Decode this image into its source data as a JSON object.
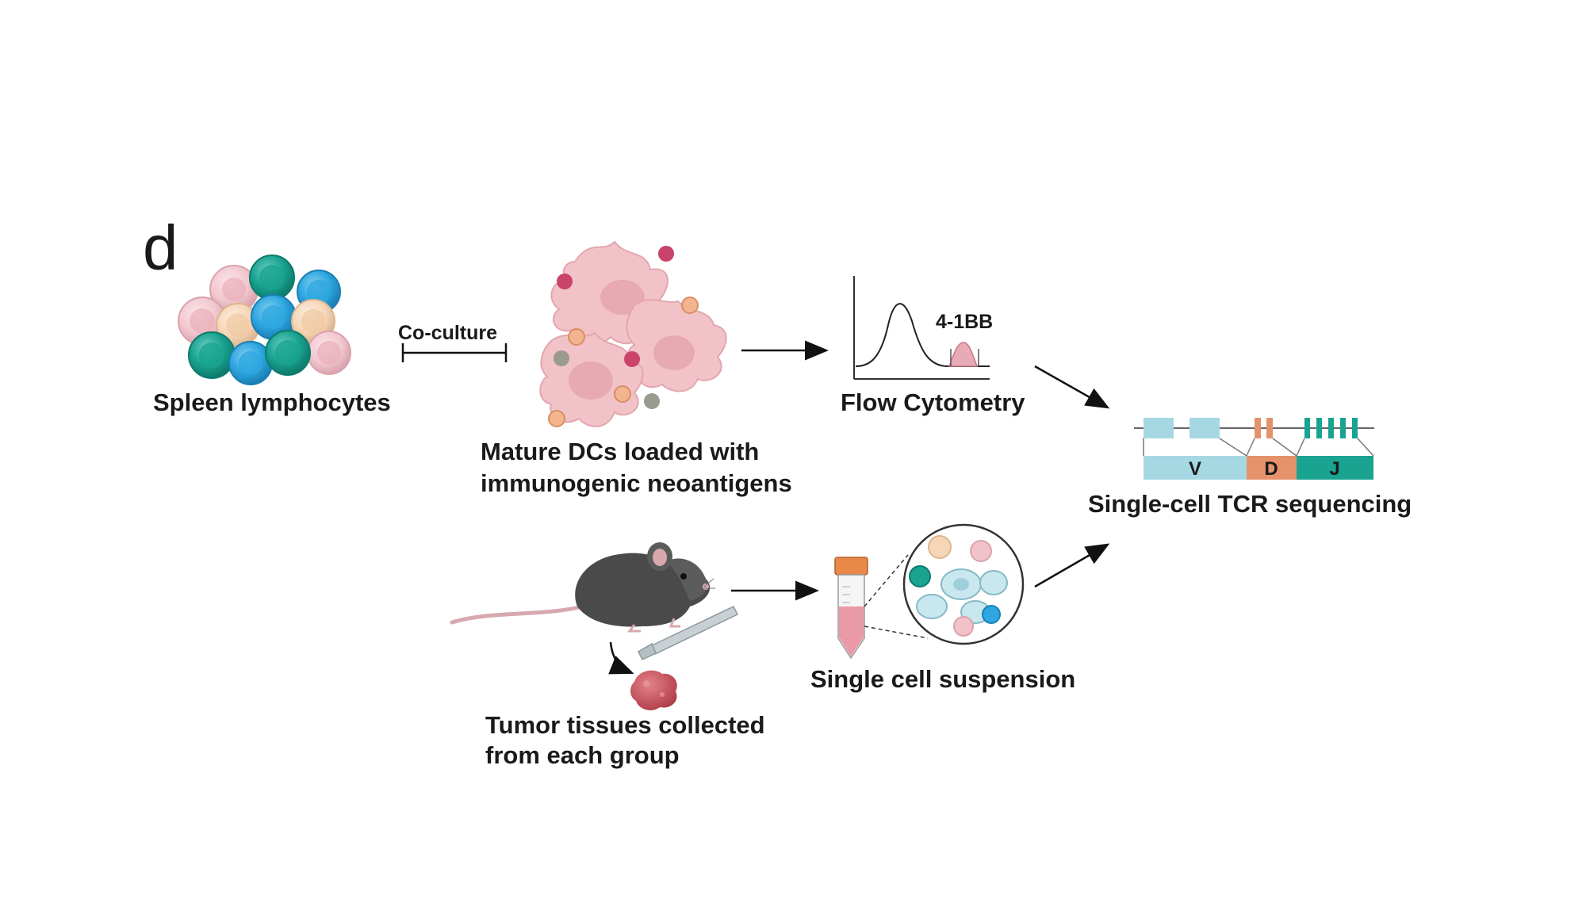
{
  "panel_letter": "d",
  "labels": {
    "spleen": "Spleen lymphocytes",
    "coculture": "Co-culture",
    "dcs_line1": "Mature DCs loaded with",
    "dcs_line2": "immunogenic neoantigens",
    "flow": "Flow Cytometry",
    "marker": "4-1BB",
    "tcr": "Single-cell TCR sequencing",
    "suspension": "Single cell suspension",
    "tumor_line1": "Tumor tissues collected",
    "tumor_line2": "from each group"
  },
  "tcr_segments": [
    "V",
    "D",
    "J"
  ],
  "colors": {
    "teal": "#1aa391",
    "blue": "#2ea7e0",
    "pink": "#f2c7cf",
    "peach": "#f6d6b8",
    "dc_pink": "#f1c3c8",
    "light_blue": "#a5d8e2",
    "orange": "#e5926b",
    "mouse": "#4a4a4a",
    "tumor": "#c9505a"
  }
}
